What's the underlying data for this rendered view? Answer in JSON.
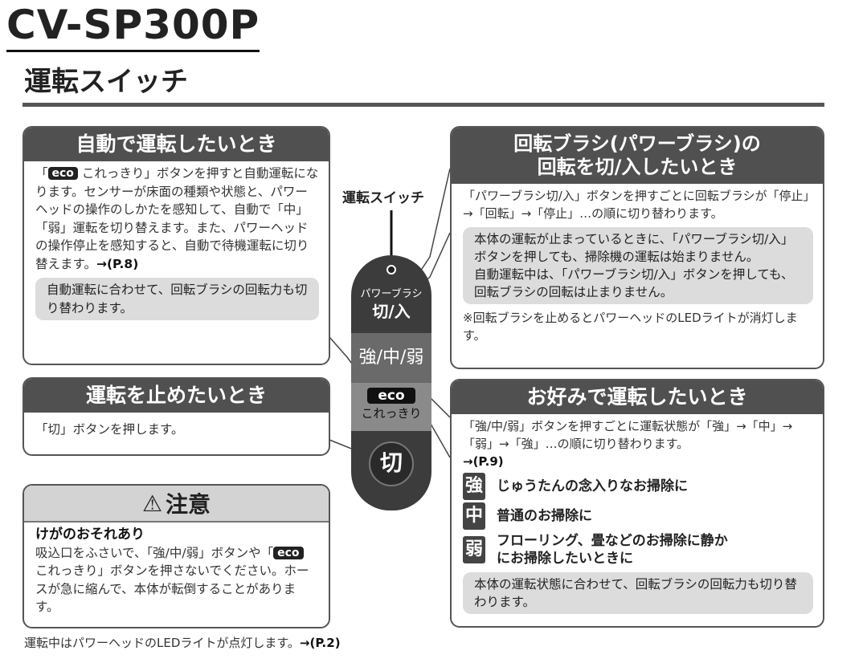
{
  "model": "CV-SP300P",
  "section_title": "運転スイッチ",
  "switch_label": "運転スイッチ",
  "remote": {
    "power_brush_top": "パワーブラシ",
    "power_brush": "切/入",
    "strength": "強/中/弱",
    "eco": "eco",
    "eco_sub": "これっきり",
    "off": "切"
  },
  "auto": {
    "title": "自動で運転したいとき",
    "text_pre": "「",
    "eco": "eco",
    "text": " これっきり」ボタンを押すと自動運転になります。センサーが床面の種類や状態と、パワーヘッドの操作のしかたを感知して、自動で「中」「弱」運転を切り替えます。また、パワーヘッドの操作停止を感知すると、自動で待機運転に切り替えます。",
    "ref": "→(P.8)",
    "note": "自動運転に合わせて、回転ブラシの回転力も切り替わります。"
  },
  "stop": {
    "title": "運転を止めたいとき",
    "text": "「切」ボタンを押します。"
  },
  "caution": {
    "title": "注意",
    "subtitle": "けがのおそれあり",
    "text1": "吸込口をふさいで、「強/中/弱」ボタンや「",
    "eco": "eco",
    "text2": " これっきり」ボタンを押さないでください。ホースが急に縮んで、本体が転倒することがあります。"
  },
  "footer": {
    "text": "運転中はパワーヘッドのLEDライトが点灯します。",
    "ref": "→(P.2)"
  },
  "brush": {
    "title1": "回転ブラシ(パワーブラシ)の",
    "title2": "回転を切/入したいとき",
    "text": "「パワーブラシ切/入」ボタンを押すごとに回転ブラシが「停止」→「回転」→「停止」…の順に切り替わります。",
    "note1": "本体の運転が止まっているときに、「パワーブラシ切/入」ボタンを押しても、掃除機の運転は始まりません。",
    "note2": "自動運転中は、「パワーブラシ切/入」ボタンを押しても、回転ブラシの回転は止まりません。",
    "remark": "※回転ブラシを止めるとパワーヘッドのLEDライトが消灯します。"
  },
  "pref": {
    "title": "お好みで運転したいとき",
    "text": "「強/中/弱」ボタンを押すごとに運転状態が「強」→「中」→「弱」→「強」…の順に切り替わります。",
    "ref": "→(P.9)",
    "levels": [
      {
        "key": "強",
        "desc": "じゅうたんの念入りなお掃除に"
      },
      {
        "key": "中",
        "desc": "普通のお掃除に"
      },
      {
        "key": "弱",
        "desc": "フローリング、畳などのお掃除に静かにお掃除したいときに"
      }
    ],
    "note": "本体の運転状態に合わせて、回転ブラシの回転力も切り替わります。"
  }
}
